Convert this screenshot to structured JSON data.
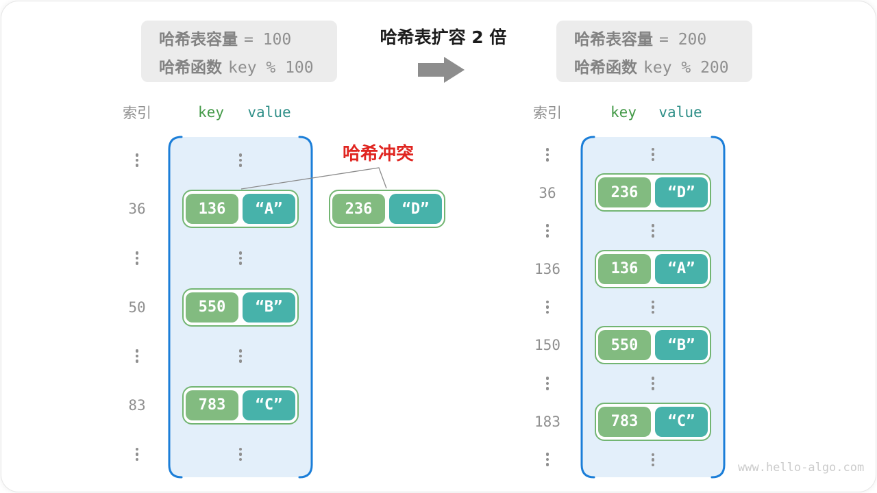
{
  "header": {
    "before_box": {
      "line1_label": "哈希表容量",
      "line1_value": "= 100",
      "line2_label": "哈希函数",
      "line2_value": "key % 100"
    },
    "title": "哈希表扩容 2 倍",
    "after_box": {
      "line1_label": "哈希表容量",
      "line1_value": "= 200",
      "line2_label": "哈希函数",
      "line2_value": "key % 200"
    }
  },
  "collision": {
    "label": "哈希冲突",
    "pair": {
      "key": "236",
      "value": "“D”"
    }
  },
  "tables": {
    "left": {
      "index_header": "索引",
      "key_header": "key",
      "value_header": "value",
      "rows": [
        {
          "type": "dots"
        },
        {
          "type": "pair",
          "index": "36",
          "key": "136",
          "value": "“A”"
        },
        {
          "type": "dots"
        },
        {
          "type": "pair",
          "index": "50",
          "key": "550",
          "value": "“B”"
        },
        {
          "type": "dots"
        },
        {
          "type": "pair",
          "index": "83",
          "key": "783",
          "value": "“C”"
        },
        {
          "type": "dots"
        }
      ]
    },
    "right": {
      "index_header": "索引",
      "key_header": "key",
      "value_header": "value",
      "rows": [
        {
          "type": "dots"
        },
        {
          "type": "pair",
          "index": "36",
          "key": "236",
          "value": "“D”"
        },
        {
          "type": "dots"
        },
        {
          "type": "pair",
          "index": "136",
          "key": "136",
          "value": "“A”"
        },
        {
          "type": "dots"
        },
        {
          "type": "pair",
          "index": "150",
          "key": "550",
          "value": "“B”"
        },
        {
          "type": "dots"
        },
        {
          "type": "pair",
          "index": "183",
          "key": "783",
          "value": "“C”"
        },
        {
          "type": "dots"
        }
      ]
    }
  },
  "watermark": "www.hello-algo.com",
  "colors": {
    "table_fill": "#e3effa",
    "table_border": "#1b7ed8",
    "pair_border": "#72b572",
    "key_fill": "#82bb80",
    "value_fill": "#47b2aa",
    "key_header_text": "#449a48",
    "value_header_text": "#2f8f88",
    "collision_text": "#e02520",
    "gray_text": "#8f8f8f",
    "info_box_bg": "#ececec",
    "arrow_gray": "#8d8d8d"
  }
}
